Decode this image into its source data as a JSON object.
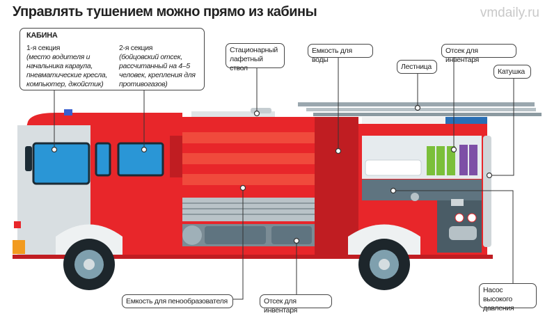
{
  "header": {
    "title": "Управлять тушением можно прямо из кабины",
    "watermark": "vmdaily.ru"
  },
  "cabin": {
    "heading": "КАБИНА",
    "section1": {
      "label": "1-я секция",
      "details": "(место водителя и начальника караула, пневматические кресла, компьютер, джойстик)"
    },
    "section2": {
      "label": "2-я секция",
      "details": "(бойцовский отсек, рассчитанный на 4–5 человек, крепления для противогазов)"
    }
  },
  "callouts": {
    "monitor": "Стационарный лафетный ствол",
    "water_tank": "Емкость для воды",
    "ladder": "Лестница",
    "inventory_top": "Отсек для инвентаря",
    "reel": "Катушка",
    "foam_tank": "Емкость для пенообразователя",
    "inventory_bottom": "Отсек для инвентаря",
    "pump": "Насос высокого давления"
  },
  "colors": {
    "red": "#e8262a",
    "dark_red": "#c01d22",
    "stripe": "#f04a3c",
    "gray": "#5f7480",
    "light": "#e6ebee"
  }
}
